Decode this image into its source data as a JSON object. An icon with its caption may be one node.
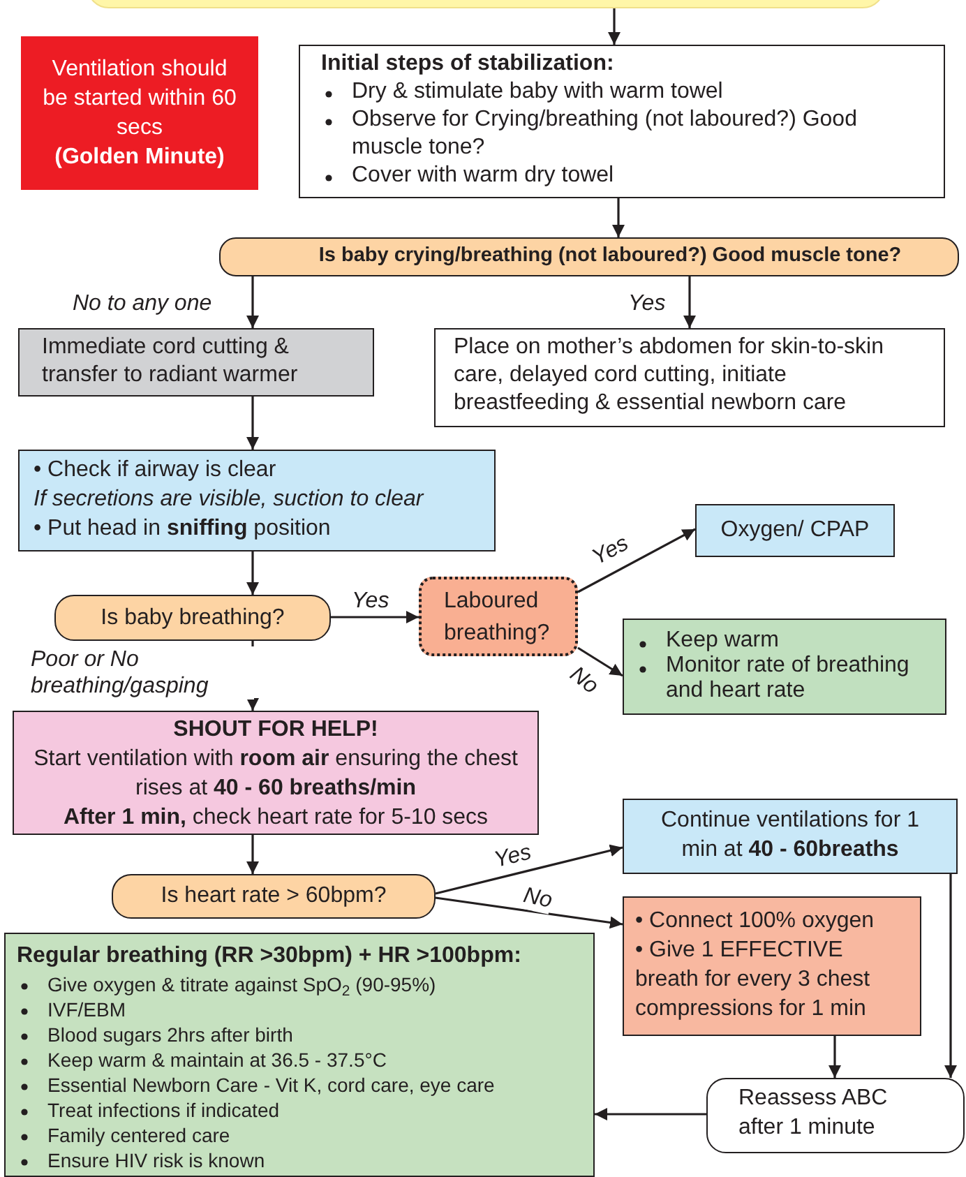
{
  "diagram": {
    "nodes": [
      {
        "text": [],
        "shape": "box"
      },
      {
        "text": [
          "Ventilation should be started within 60 secs",
          "(Golden Minute)"
        ]
      },
      {
        "text": [
          "Initial steps of stabilization:",
          "Dry & stimulate baby with warm towel",
          "Observe for Crying/breathing (not laboured?) Good muscle tone?",
          "Cover with warm dry towel"
        ]
      },
      {
        "text": [
          "Is baby crying/breathing (not laboured?) Good muscle tone?"
        ]
      },
      {
        "text": [
          "Immediate cord cutting & transfer to radiant warmer"
        ]
      },
      {
        "text": [
          "Place on mother’s abdomen for skin-to-skin care, delayed cord cutting, initiate breastfeeding & essential newborn care"
        ]
      },
      {
        "text": [
          "• Check if airway is clear",
          "*If secretions are visible, suction to clear*",
          "• Put head in **sniffing** position"
        ]
      },
      {
        "text": [
          "Is baby breathing?"
        ]
      },
      {
        "text": [
          "Laboured breathing?"
        ]
      },
      {
        "text": [
          "Oxygen/ CPAP"
        ]
      },
      {
        "text": [
          "Keep warm",
          "Monitor rate of breathing and heart rate"
        ]
      },
      {
        "text": [
          "SHOUT FOR HELP!",
          "Start ventilation with **room air** ensuring the chest rises at **40 - 60 breaths/min**",
          "**After 1 min,** check heart rate for 5-10 secs"
        ]
      },
      {
        "text": [
          "Is heart rate > 60bpm?"
        ]
      },
      {
        "text": [
          "Continue ventilations for 1 min at **40 - 60breaths**"
        ]
      },
      {
        "text": [
          "• Connect 100% oxygen",
          "• Give 1 EFFECTIVE breath for every 3 chest compressions for 1 min"
        ]
      },
      {
        "text": [
          "Regular breathing (RR >30bpm) + HR >100bpm:",
          "Give oxygen & titrate against SpO$_{2}$ (90-95%)",
          "IVF/EBM",
          "Blood sugars 2hrs after birth",
          "Keep warm & maintain at 36.5 - 37.5°C",
          "Essential Newborn Care - Vit K, cord care, eye care",
          "Treat infections if indicated",
          "Family centered care",
          "Ensure HIV risk is known"
        ]
      },
      {
        "text": [
          "Reassess ABC after 1 minute"
        ]
      }
    ],
    "edges": [
      {
        "from": 0,
        "to": 2,
        "arrow": "to"
      },
      {
        "from": 2,
        "to": 3,
        "arrow": "to"
      },
      {
        "from": 3,
        "to": 4,
        "arrow": "to",
        "label": "No to any one"
      },
      {
        "from": 3,
        "to": 5,
        "arrow": "to",
        "label": "Yes"
      },
      {
        "from": 4,
        "to": 6,
        "arrow": "to"
      },
      {
        "from": 6,
        "to": 7,
        "arrow": "to"
      },
      {
        "from": 7,
        "to": 8,
        "arrow": "to",
        "label": "Yes"
      },
      {
        "from": 8,
        "to": 9,
        "arrow": "to",
        "label": "Yes"
      },
      {
        "from": 8,
        "to": 10,
        "arrow": "to",
        "label": "No"
      },
      {
        "from": 7,
        "to": 11,
        "arrow": "to",
        "label": "Poor or No breathing/gasping"
      },
      {
        "from": 11,
        "to": 12,
        "arrow": "to"
      },
      {
        "from": 12,
        "to": 13,
        "arrow": "to",
        "label": "Yes"
      },
      {
        "from": 12,
        "to": 14,
        "arrow": "to",
        "label": "No"
      },
      {
        "from": 14,
        "to": 16,
        "arrow": "to"
      },
      {
        "from": 13,
        "to": 16,
        "arrow": "to"
      },
      {
        "from": 16,
        "to": 15,
        "arrow": "to"
      }
    ]
  }
}
